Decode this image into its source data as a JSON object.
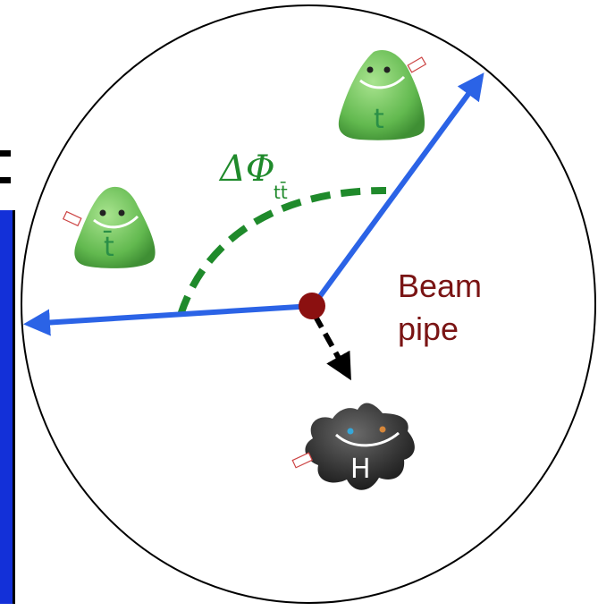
{
  "labels": {
    "delta_phi": "ΔΦ",
    "delta_phi_sub": "tt̄",
    "beam": "Beam",
    "pipe": "pipe"
  },
  "particles": {
    "top": "t",
    "antitop": "t̄",
    "higgs": "H"
  },
  "colors": {
    "arrow": "#2b63e6",
    "arc": "#1f8a2b",
    "beam_text": "#7a1414",
    "beam_dot": "#8b1010",
    "plush_green": "#6fc45a",
    "plush_dark": "#2f2f2f",
    "side_panel": "#1330d8"
  },
  "icons": {
    "top": "green-triangle-plush-icon",
    "antitop": "green-triangle-plush-icon",
    "higgs": "dark-star-plush-icon"
  }
}
